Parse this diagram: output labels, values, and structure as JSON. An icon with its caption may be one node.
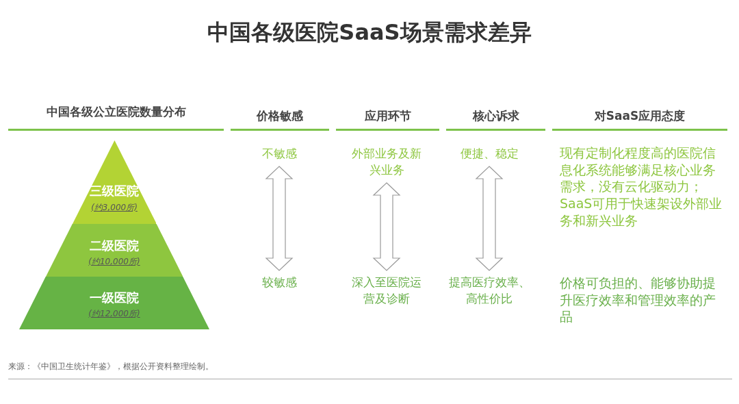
{
  "diagram": {
    "title": "中国各级医院SaaS场景需求差异",
    "caption": "来源：《中国卫生统计年鉴》，根据公开资料整理绘制。",
    "nodes": [
      {
        "text": [
          "三级医院",
          "(约3,000所)"
        ]
      },
      {
        "text": [
          "二级医院",
          "(约10,000所)"
        ]
      },
      {
        "text": [
          "一级医院",
          "(约12,000所)"
        ]
      },
      {
        "text": [
          "不敏感"
        ]
      },
      {
        "text": [
          "较敏感"
        ]
      },
      {
        "text": [
          "外部业务及新兴业务"
        ]
      },
      {
        "text": [
          "深入至医院运营及诊断"
        ]
      },
      {
        "text": [
          "便捷、稳定"
        ]
      },
      {
        "text": [
          "提高医疗效率、高性价比"
        ]
      }
    ],
    "edges": [
      {
        "from": 3,
        "to": 4,
        "arrow": "both"
      },
      {
        "from": 5,
        "to": 6,
        "arrow": "both"
      },
      {
        "from": 7,
        "to": 8,
        "arrow": "both"
      }
    ],
    "labels": [
      "中国各级公立医院数量分布",
      "价格敏感",
      "应用环节",
      "核心诉求",
      "对SaaS应用态度",
      "现有定制化程度高的医院信息化系统能够满足核心业务需求，没有云化驱动力；SaaS可用于快速架设外部业务和新兴业务",
      "价格可负担的、能够协助提升医疗效率和管理效率的产品"
    ]
  }
}
